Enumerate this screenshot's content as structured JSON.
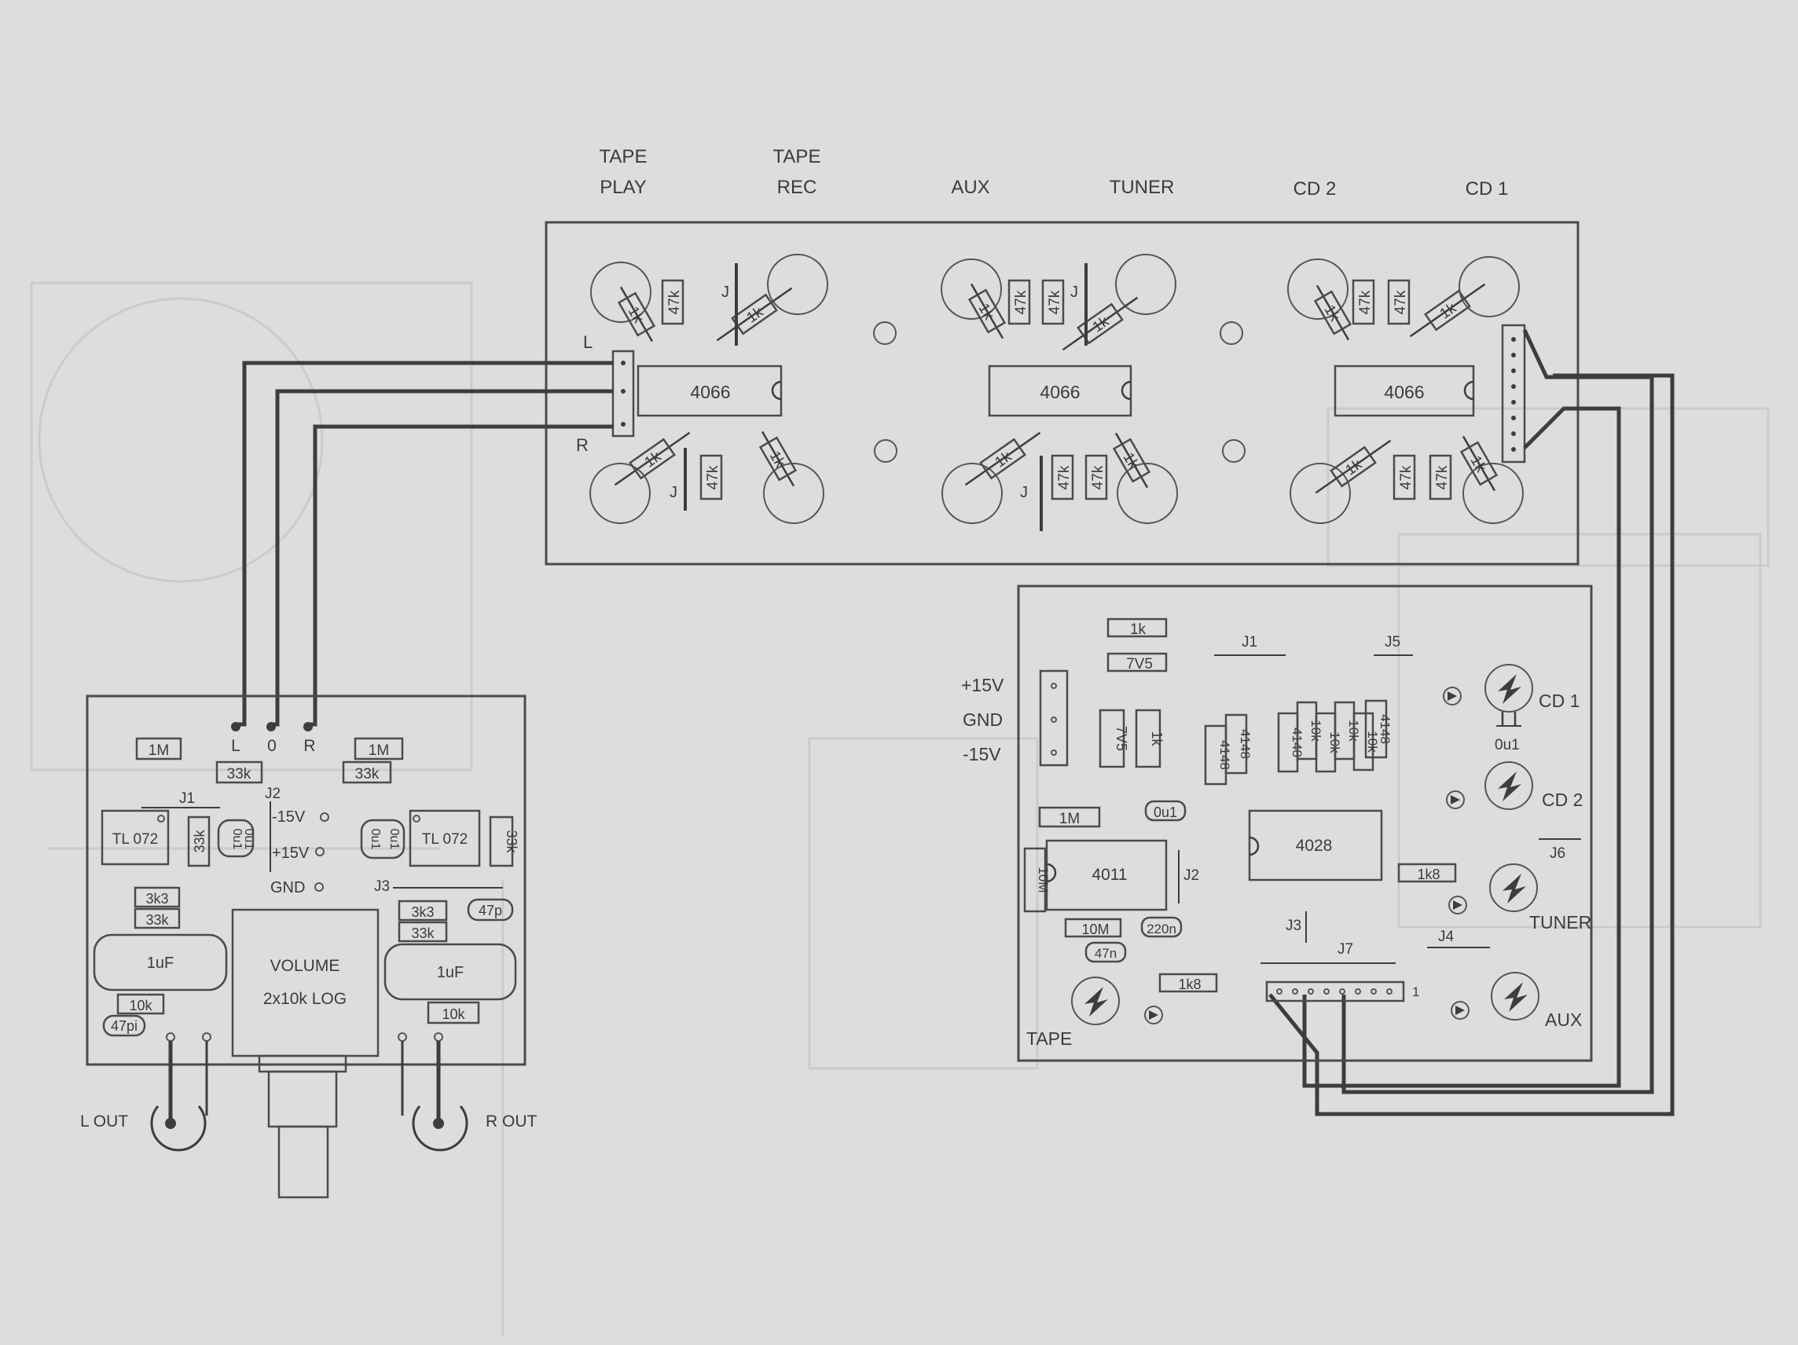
{
  "inputs": [
    {
      "l1": "TAPE",
      "l2": "PLAY"
    },
    {
      "l1": "TAPE",
      "l2": "REC"
    },
    {
      "l1": "",
      "l2": "AUX"
    },
    {
      "l1": "",
      "l2": "TUNER"
    },
    {
      "l1": "",
      "l2": "CD 2"
    },
    {
      "l1": "",
      "l2": "CD 1"
    }
  ],
  "switch_board": {
    "ic": "4066",
    "r1k": "1k",
    "r47k": "47k",
    "jumper": "J",
    "left": "L",
    "right": "R"
  },
  "amp_board": {
    "conn": [
      "L",
      "0",
      "R"
    ],
    "r1m": "1M",
    "r33k": "33k",
    "r3k3": "3k3",
    "r10k": "10k",
    "c47p": "47p",
    "c47p_alt": "47pi",
    "c1uf": "1uF",
    "c0u1": "0u1",
    "opamp": "TL 072",
    "j1": "J1",
    "j2": "J2",
    "j3": "J3",
    "pwr_neg": "-15V",
    "pwr_pos": "+15V",
    "pwr_gnd": "GND",
    "volume_line1": "VOLUME",
    "volume_line2": "2x10k LOG",
    "l_out": "L OUT",
    "r_out": "R OUT"
  },
  "control_board": {
    "power": [
      "+15V",
      "GND",
      "-15V"
    ],
    "r1k": "1k",
    "z7v5": "7V5",
    "d4148": "4148",
    "r10k": "10k",
    "r1m": "1M",
    "c0u1": "0u1",
    "ic4028": "4028",
    "ic4011": "4011",
    "r10m": "10M",
    "c220n": "220n",
    "c47n": "47n",
    "r1k8": "1k8",
    "j1": "J1",
    "j2": "J2",
    "j3": "J3",
    "j4": "J4",
    "j5": "J5",
    "j6": "J6",
    "j7": "J7",
    "pin1": "1",
    "sw_cd1": "CD 1",
    "sw_cd2": "CD 2",
    "sw_tuner": "TUNER",
    "sw_aux": "AUX",
    "sw_tape": "TAPE"
  },
  "colors": {
    "ink": "#3c3e3c",
    "paper": "#dcdedc",
    "faint": "#c8cac8"
  }
}
